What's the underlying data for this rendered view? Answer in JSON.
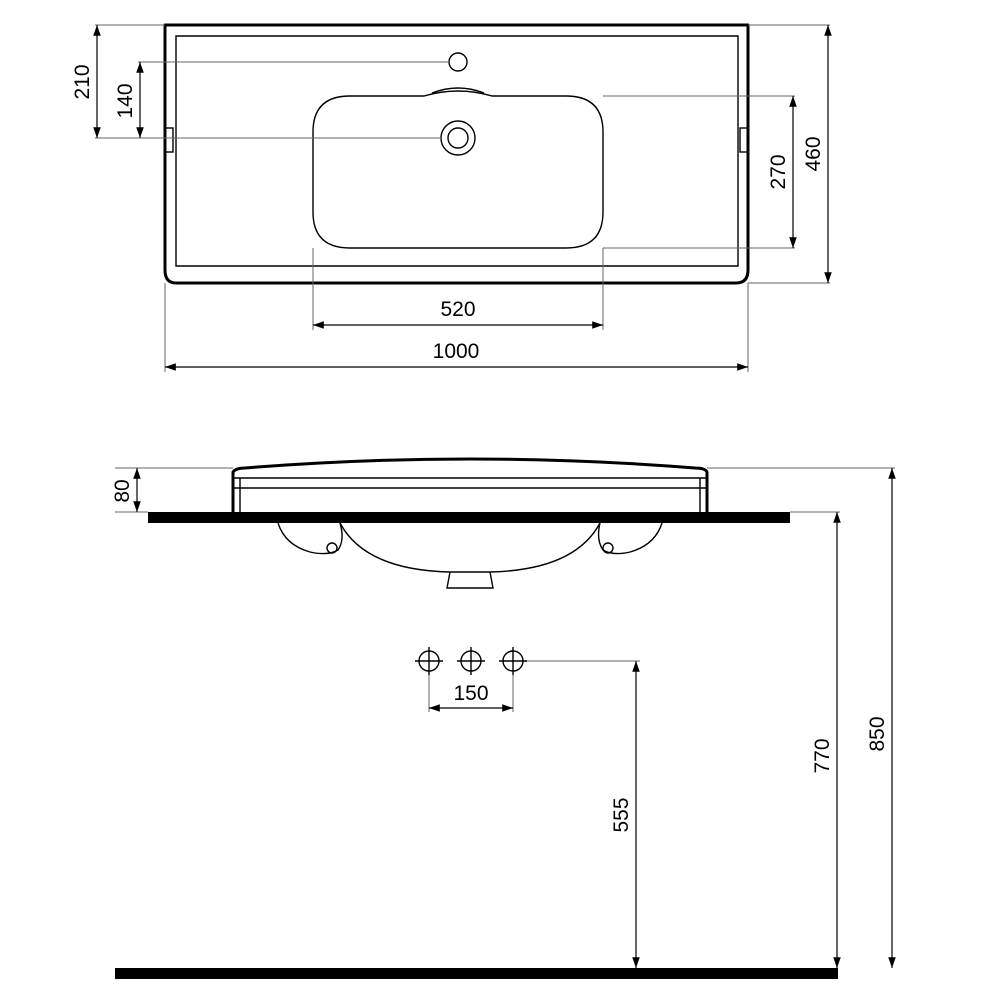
{
  "top_view": {
    "overall_width_label": "1000",
    "basin_width_label": "520",
    "overall_depth_label": "460",
    "basin_depth_label": "270",
    "tap_hole_offset_label": "210",
    "drain_offset_label": "140"
  },
  "side_view": {
    "rim_height_label": "80",
    "valve_spacing_label": "150",
    "valve_height_label": "555",
    "counter_height_label": "770",
    "rim_top_height_label": "850"
  }
}
